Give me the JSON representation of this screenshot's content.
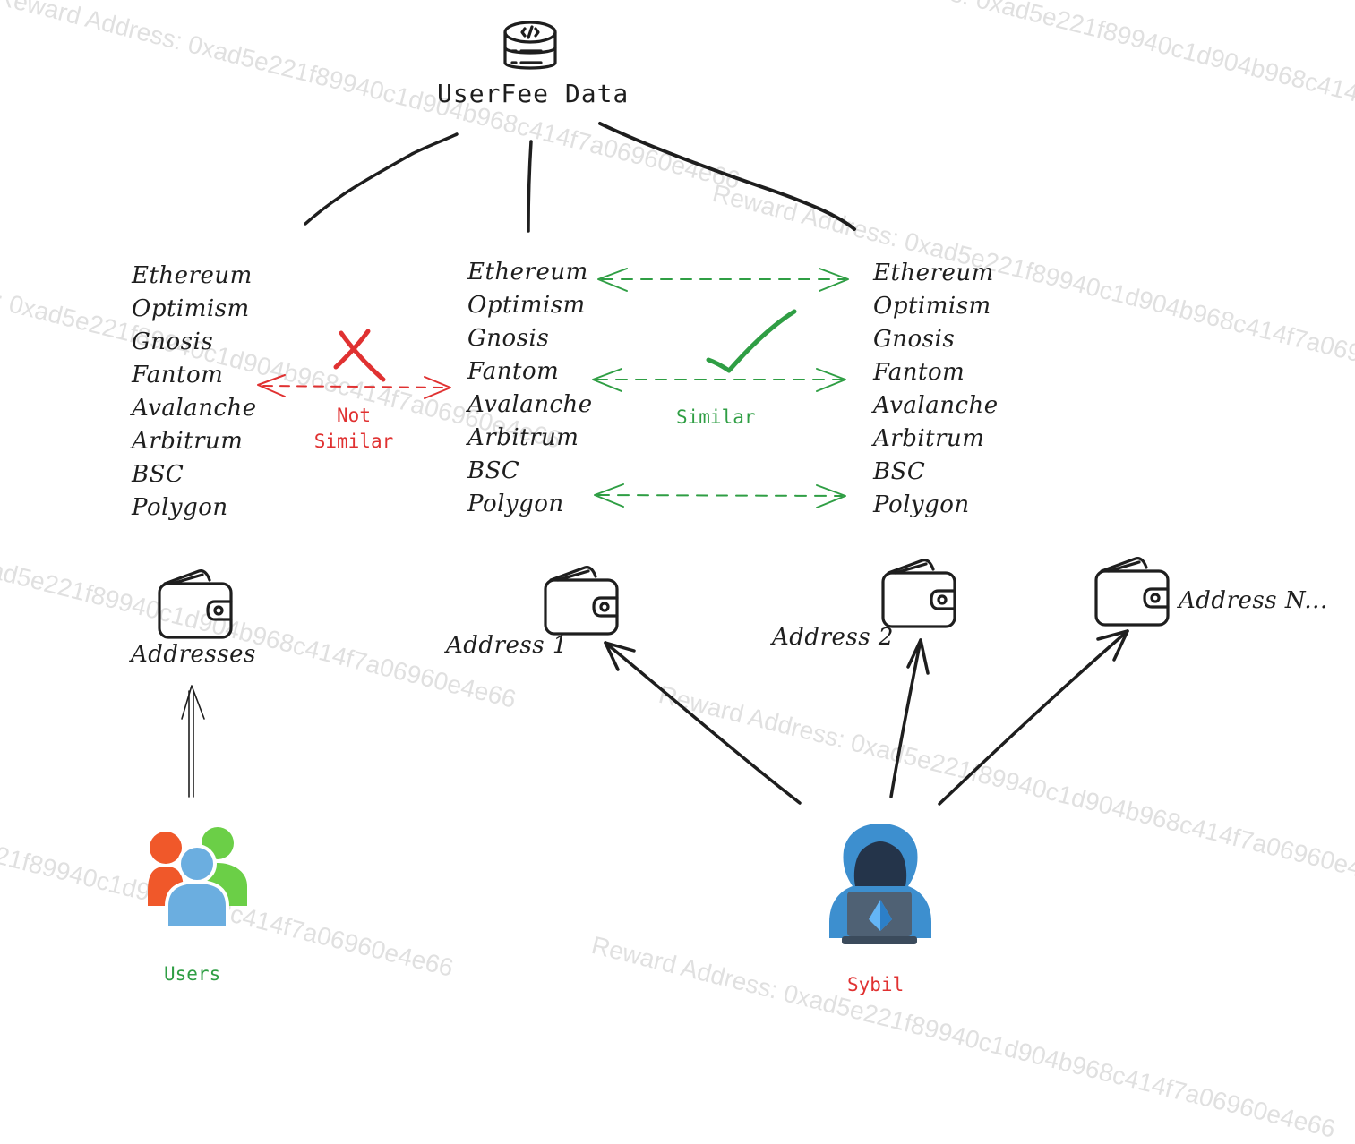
{
  "watermark": {
    "text": "Reward Address: 0xad5e221f89940c1d904b968c414f7a06960e4e66"
  },
  "data_source": {
    "icon": "database-code-icon",
    "label": "UserFee Data"
  },
  "chains": [
    "Ethereum",
    "Optimism",
    "Gnosis",
    "Fantom",
    "Avalanche",
    "Arbitrum",
    "BSC",
    "Polygon"
  ],
  "comparisons": {
    "not_similar": {
      "line1": "Not",
      "line2": "Similar",
      "color": "#e03131",
      "icon": "cross-icon"
    },
    "similar": {
      "label": "Similar",
      "color": "#2f9e44",
      "icon": "checkmark-icon"
    }
  },
  "wallets": {
    "users": "Addresses",
    "sybil_1": "Address 1",
    "sybil_2": "Address 2",
    "sybil_n": "Address N..."
  },
  "actors": {
    "users": {
      "label": "Users",
      "color": "#2f9e44",
      "icon": "users-group-icon"
    },
    "sybil": {
      "label": "Sybil",
      "color": "#e03131",
      "icon": "hooded-hacker-icon"
    }
  },
  "colors": {
    "ink": "#1e1e1e",
    "red": "#e03131",
    "green": "#2f9e44"
  }
}
